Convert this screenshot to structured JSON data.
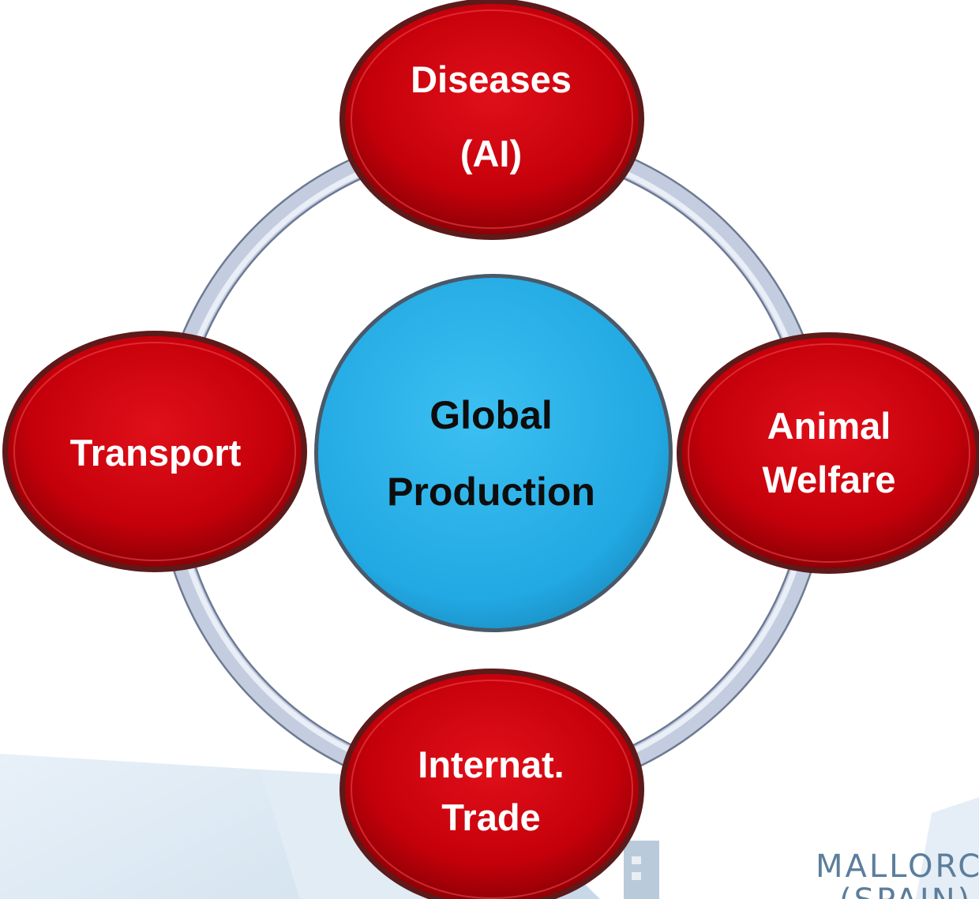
{
  "diagram": {
    "center": {
      "lines": [
        "Global",
        "Production"
      ]
    },
    "nodes": {
      "top": {
        "lines": [
          "Diseases",
          "(AI)"
        ]
      },
      "left": {
        "lines": [
          "Transport"
        ]
      },
      "right": {
        "lines": [
          "Animal",
          "Welfare"
        ]
      },
      "bottom": {
        "lines": [
          "Internat.",
          "Trade"
        ]
      }
    },
    "colors": {
      "node_red": "#c8000a",
      "center_blue": "#29b0e8",
      "ring": "#c4cde0"
    }
  },
  "footer": {
    "location_line1": "MALLORC",
    "location_line2": "(SPAIN)"
  }
}
